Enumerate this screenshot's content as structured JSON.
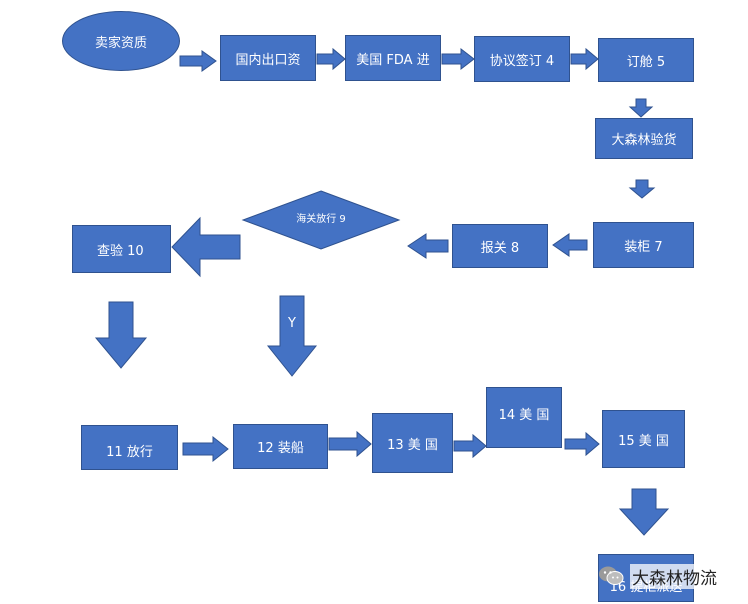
{
  "nodes": {
    "n1": "卖家资质",
    "n2": "国内出口资",
    "n3": "美国 FDA 进",
    "n4": "协议签订 4",
    "n5": "订舱 5",
    "n6": "大森林验货",
    "n7": "装柜 7",
    "n8": "报关 8",
    "n9": "海关放行 9",
    "n10": "查验  10",
    "n11": "11 放行",
    "n12": "12 装船",
    "n13": "13  美  国",
    "n14": "14  美 国",
    "n15": "15  美  国",
    "n16": "16 提柜派送"
  },
  "edge_labels": {
    "yes": "Y"
  },
  "watermark": {
    "text": "大森林物流",
    "icon": "wechat-icon"
  },
  "colors": {
    "fill": "#4472c4",
    "stroke": "#2f528f",
    "text": "#ffffff"
  }
}
